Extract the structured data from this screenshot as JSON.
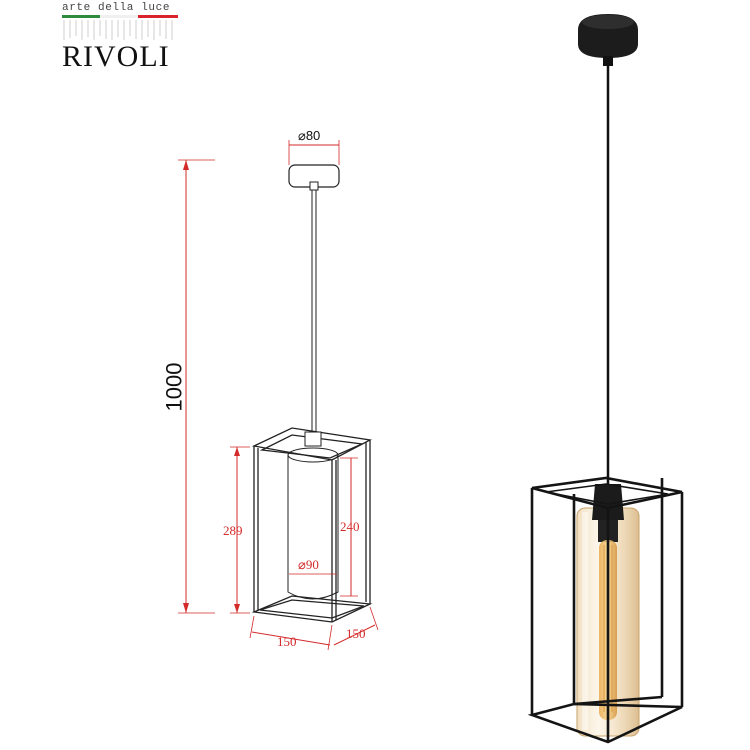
{
  "brand": {
    "tagline": "arte della luce",
    "name": "RIVOLI",
    "flag_colors": [
      "#2e8b3d",
      "#ffffff",
      "#d8232a"
    ]
  },
  "dimensions": {
    "canopy_diameter": "⌀80",
    "total_height": "1000",
    "frame_height": "289",
    "shade_height": "240",
    "shade_diameter": "⌀90",
    "frame_width": "150",
    "frame_depth": "150"
  },
  "colors": {
    "dimension_line": "#d42a2a",
    "frame": "#1a1a1a",
    "glass_tint": "#e8c48a",
    "filament": "#d88a2a"
  }
}
